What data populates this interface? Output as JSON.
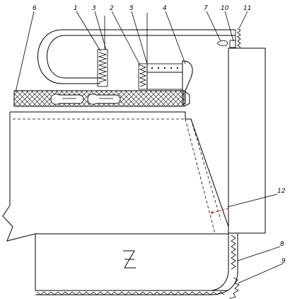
{
  "diagram": {
    "labels": {
      "l1": "1",
      "l2": "2",
      "l3": "3",
      "l4": "4",
      "l5": "5",
      "l6": "6",
      "l7": "7",
      "l8": "8",
      "l9": "9",
      "l10": "10",
      "l11": "11",
      "l12": "12"
    },
    "accent_color": "#c00000"
  }
}
